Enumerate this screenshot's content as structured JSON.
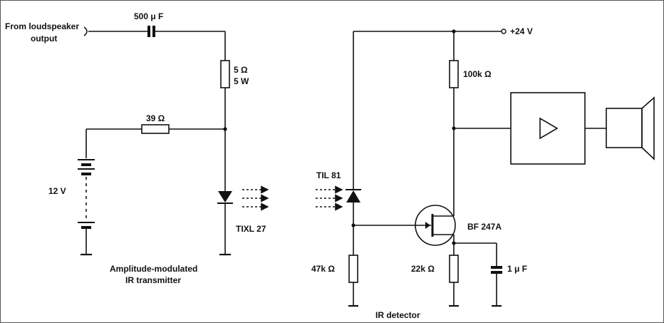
{
  "transmitter": {
    "input_label_line1": "From loudspeaker",
    "input_label_line2": "output",
    "coupling_cap": "500 μ F",
    "series_resistor_value": "5 Ω",
    "series_resistor_power": "5 W",
    "bias_resistor": "39 Ω",
    "battery": "12 V",
    "led": "TIXL 27",
    "caption_line1": "Amplitude-modulated",
    "caption_line2": "IR transmitter"
  },
  "detector": {
    "supply": "+24 V",
    "load_resistor": "100k Ω",
    "photodiode": "TIL 81",
    "fet": "BF 247A",
    "gate_resistor": "47k Ω",
    "source_resistor": "22k Ω",
    "bypass_cap": "1 μ F",
    "caption": "IR detector"
  }
}
